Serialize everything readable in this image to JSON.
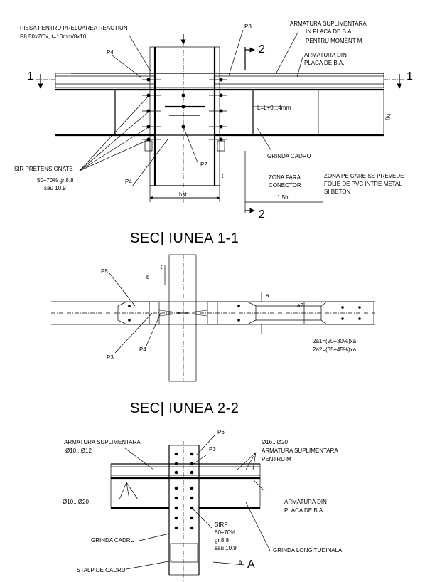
{
  "section_titles": {
    "s11": "SEC| IUNEA  1-1",
    "s22": "SEC| IUNEA  2-2"
  },
  "section_marks": {
    "one": "1",
    "two": "2"
  },
  "s11_labels": {
    "piesa_1": "PIESA PENTRU PRELUAREA REACTIUN",
    "piesa_2": "P8   50x7/6x,  t=10mm/8x10",
    "p3": "P3",
    "p4_top": "P4",
    "armatura_sup_1": "ARMATURA SUPLIMENTARA",
    "armatura_sup_2": "IN PLACA DE B.A.",
    "armatura_sup_3": "PENTRU MOMENT M",
    "armatura_din_1": "ARMATURA DIN",
    "armatura_din_2": "PLACA DE B.A.",
    "l_dim": "L=L+0...4mm",
    "h_dim": "hg",
    "sir_1": "SIR PRETENSIONATE",
    "sir_2": "50÷70% gr.8.8",
    "sir_3": "sau 10.9",
    "grinda_cadru": "GRINDA CADRU",
    "p2": "P2",
    "p4_bottom": "P4",
    "t_dim": "t",
    "zona_1": "ZONA FARA",
    "zona_2": "CONECTOR",
    "zona_dim": "1,5h",
    "zona_pe_1": "ZONA PE CARE SE PREVEDE",
    "zona_pe_2": "FOLIE DE PVC INTRE METAL",
    "zona_pe_3": "SI BETON",
    "hst": "hst"
  },
  "s22_labels": {
    "p5": "P5",
    "p3": "P3",
    "p4": "P4",
    "d1": "a",
    "d2": "a2",
    "eq1": "2a1=(20÷30%)xa",
    "eq2": "2a2=(35÷45%)xa",
    "b1": "b",
    "b2": "t"
  },
  "s33_labels": {
    "p6": "P6",
    "p3": "P3",
    "armatura_sup_left_1": "ARMATURA SUPLIMENTARA",
    "armatura_sup_left_2": "Ø10...Ø12",
    "diam_right": "Ø16...Ø20",
    "armatura_sup_right_1": "ARMATURA SUPLIMENTARA",
    "armatura_sup_right_2": "PENTRU M",
    "diam_left": "Ø10...Ø20",
    "armatura_din_1": "ARMATURA DIN",
    "armatura_din_2": "PLACA DE B.A.",
    "sirp_1": "SIRP",
    "sirp_2": "50÷70%",
    "sirp_3": "gr.8.8",
    "sirp_4": "sau 10.9",
    "grinda_cadru": "GRINDA CADRU",
    "grinda_long": "GRINDA LONGITUDINALA",
    "stalp": "STALP DE CADRU",
    "a_mark": "a",
    "a_num": "A"
  }
}
